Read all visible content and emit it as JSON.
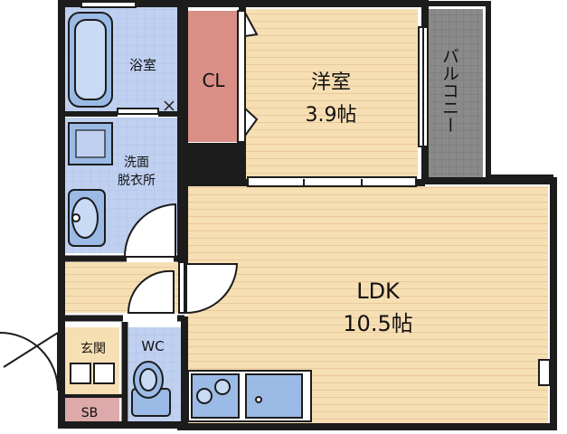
{
  "rooms": {
    "bath": {
      "label": "浴室"
    },
    "washroom": {
      "label_line1": "洗面",
      "label_line2": "脱衣所"
    },
    "closet": {
      "label": "CL"
    },
    "western_room": {
      "label": "洋室",
      "size": "3.9帖"
    },
    "balcony": {
      "label": "バルコニー"
    },
    "ldk": {
      "label": "LDK",
      "size": "10.5帖"
    },
    "entrance": {
      "label": "玄関"
    },
    "toilet": {
      "label": "WC"
    },
    "shoe_box": {
      "label": "SB"
    }
  },
  "colors": {
    "wall": "#1c1c1c",
    "floor_wood": "#f7dfb4",
    "floor_wet": "#bfd0f0",
    "closet": "#d98e86",
    "balcony": "#8a8a8a",
    "shoe_box": "#ddaaa9",
    "fixture": "#9bbbe6"
  }
}
